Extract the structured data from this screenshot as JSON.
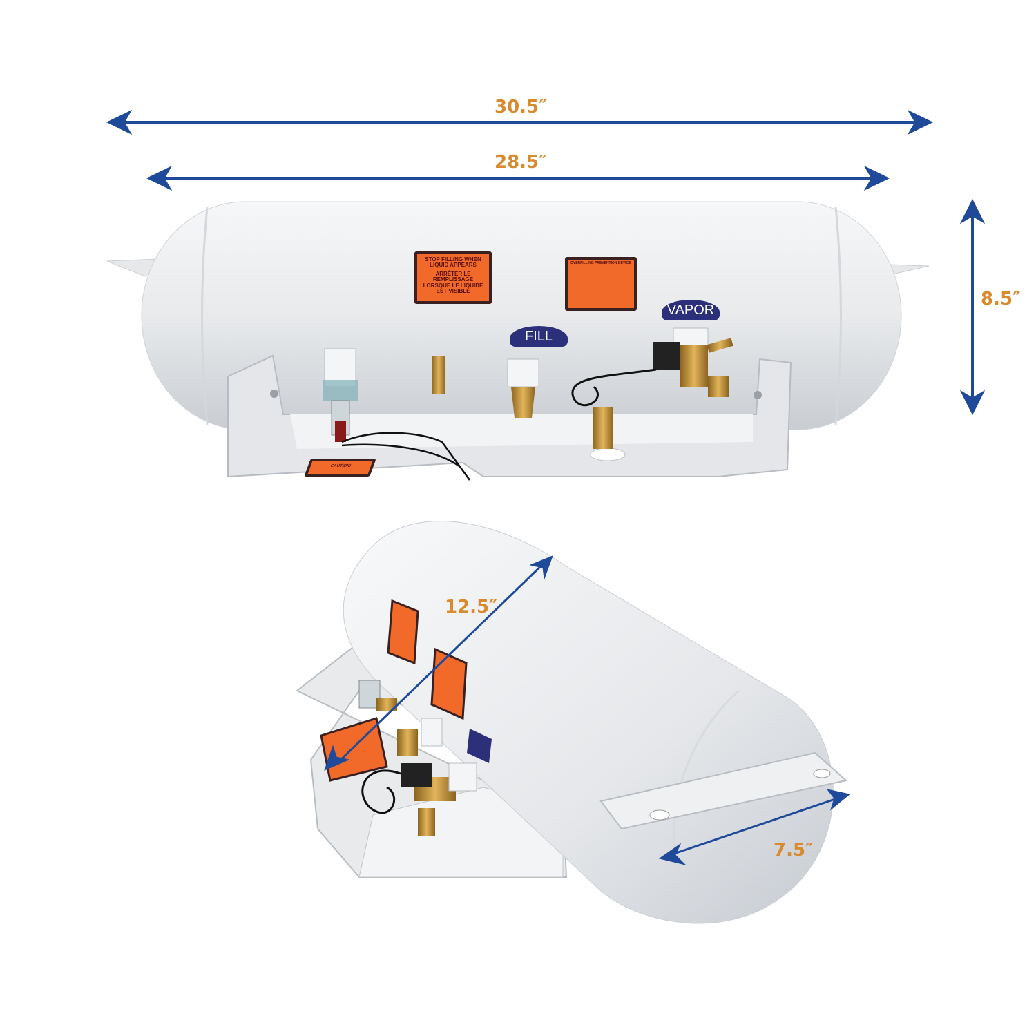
{
  "dimensions": {
    "overall_length": "30.5″",
    "body_length": "28.5″",
    "height": "8.5″",
    "diameter": "12.5″",
    "bracket_width": "7.5″"
  },
  "tank_labels": {
    "warning_label": [
      "STOP FILLING WHEN",
      "LIQUID APPEARS",
      "ARRÊTER LE",
      "REMPLISSAGE",
      "LORSQUE LE LIQUIDE",
      "EST VISIBLE"
    ],
    "overfill_label_title": "OVERFILLING PREVENTION DEVICE",
    "caution_label": "CAUTION!",
    "fill_tag": "FILL",
    "vapor_tag": "VAPOR"
  },
  "colors": {
    "arrow": "#1f4a9a",
    "dimension_text": "#d88a2c",
    "label_orange": "#f26a2a",
    "tag_navy": "#2c2f7a",
    "tank_white": "#eef0f2"
  }
}
